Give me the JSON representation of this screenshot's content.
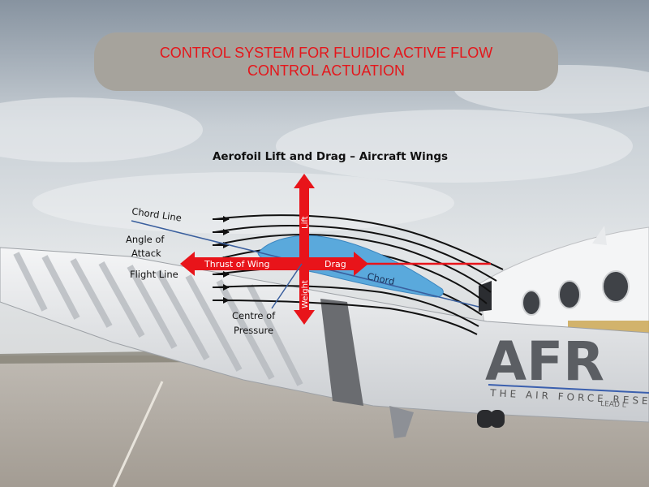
{
  "title": {
    "line1": "CONTROL SYSTEM FOR FLUIDIC ACTIVE FLOW",
    "line2": "CONTROL ACTUATION"
  },
  "diagram": {
    "heading": "Aerofoil Lift and Drag – Aircraft Wings",
    "labels": {
      "chord_line": "Chord Line",
      "angle_of": "Angle of",
      "attack": "Attack",
      "flight_line": "Flight Line",
      "centre_of": "Centre of",
      "pressure": "Pressure",
      "thrust": "Thrust of Wing",
      "drag": "Drag",
      "lift": "Lift",
      "weight": "Weight",
      "chord": "Chord"
    }
  },
  "livery": {
    "logo": "AFR",
    "tagline": "THE AIR FORCE RESE",
    "sub": "LEAD L"
  },
  "colors": {
    "title_text": "#e4161b",
    "banner": "#a6a39c",
    "force_arrows": "#e8141a",
    "aerofoil": "#5aa9dc",
    "chord_line": "#3a5f9e"
  }
}
